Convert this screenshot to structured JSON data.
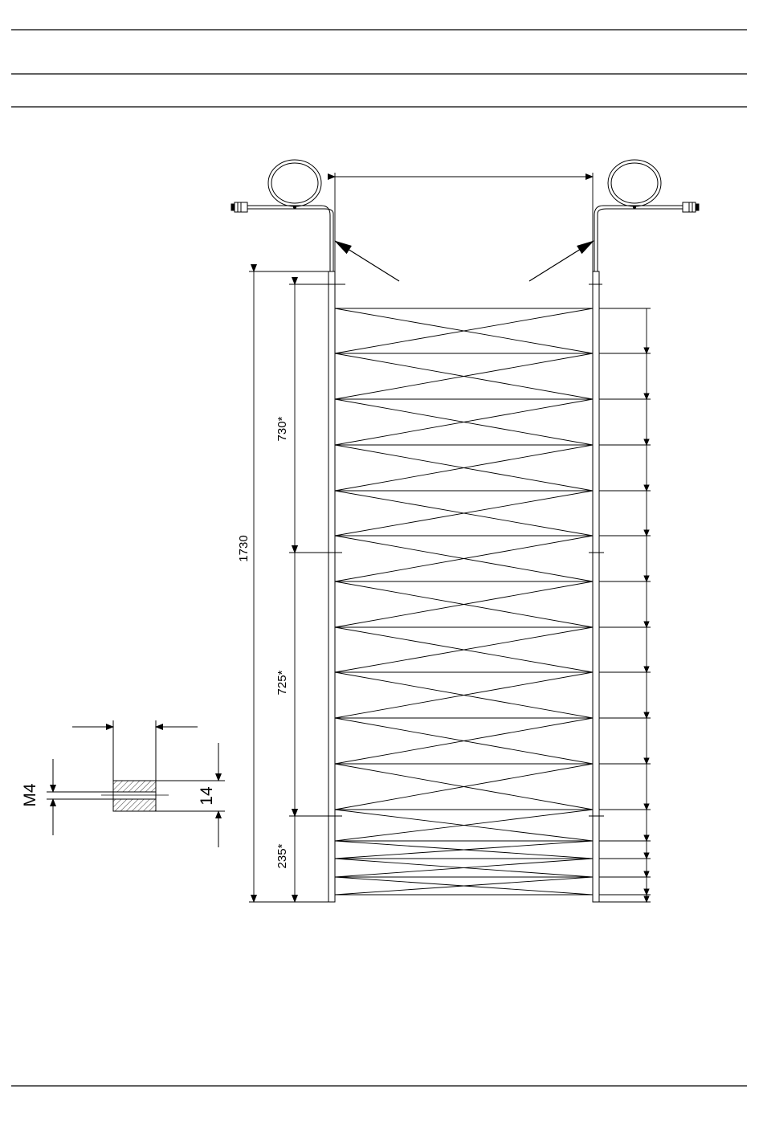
{
  "colors": {
    "line": "#000000",
    "background": "#ffffff",
    "hatch": "#555555"
  },
  "dimensions": {
    "overall": "1730",
    "upper": "730*",
    "middle": "725*",
    "lower": "235*"
  },
  "detail": {
    "thread": "M4",
    "depth": "14"
  }
}
